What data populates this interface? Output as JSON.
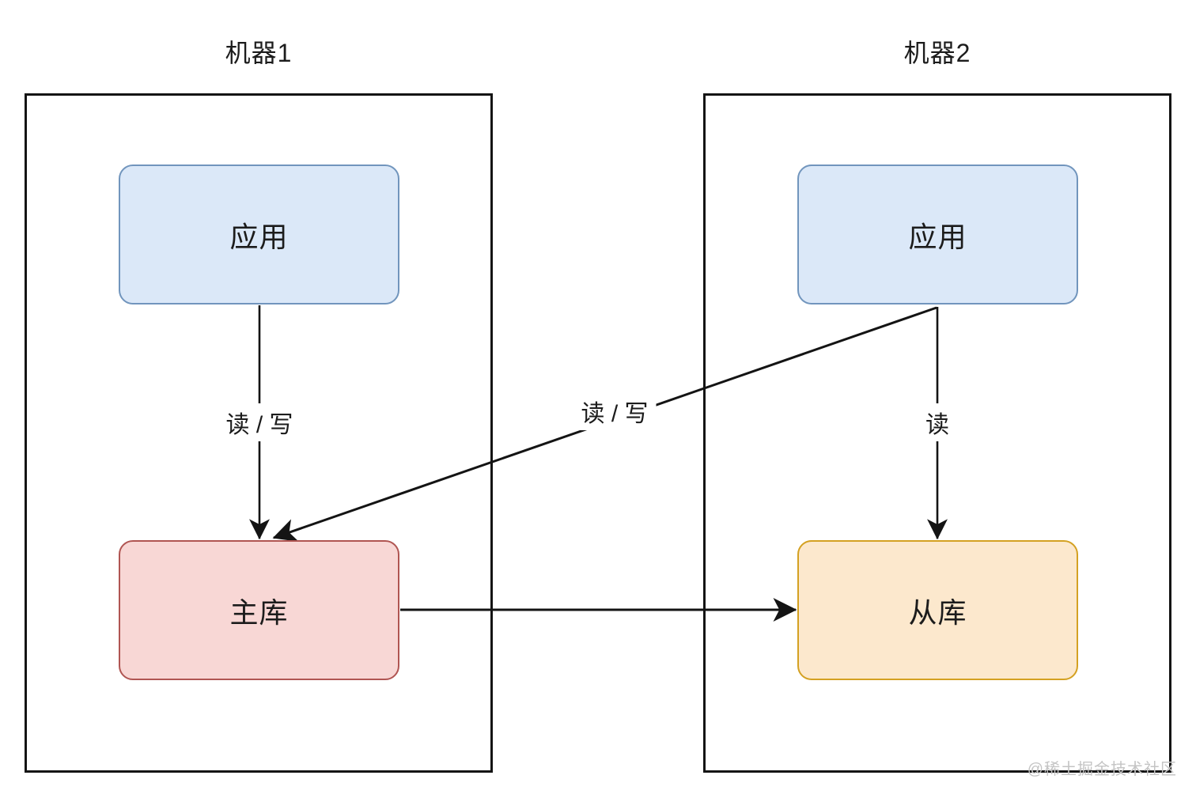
{
  "machine1": {
    "title": "机器1",
    "nodes": {
      "app": "应用",
      "master": "主库"
    }
  },
  "machine2": {
    "title": "机器2",
    "nodes": {
      "app": "应用",
      "slave": "从库"
    }
  },
  "edges": {
    "m1_app_to_master": {
      "label": "读 / 写"
    },
    "m2_app_to_master": {
      "label": "读 / 写"
    },
    "m2_app_to_slave": {
      "label": "读"
    },
    "master_to_slave": {
      "label": ""
    }
  },
  "watermark": "@稀土掘金技术社区",
  "colors": {
    "app_fill": "#dbe8f8",
    "app_border": "#7195bd",
    "master_fill": "#f8d7d5",
    "master_border": "#b05552",
    "slave_fill": "#fce8cd",
    "slave_border": "#d4a122",
    "frame_border": "#141414",
    "line": "#141414",
    "watermark": "#c4c4c4"
  }
}
